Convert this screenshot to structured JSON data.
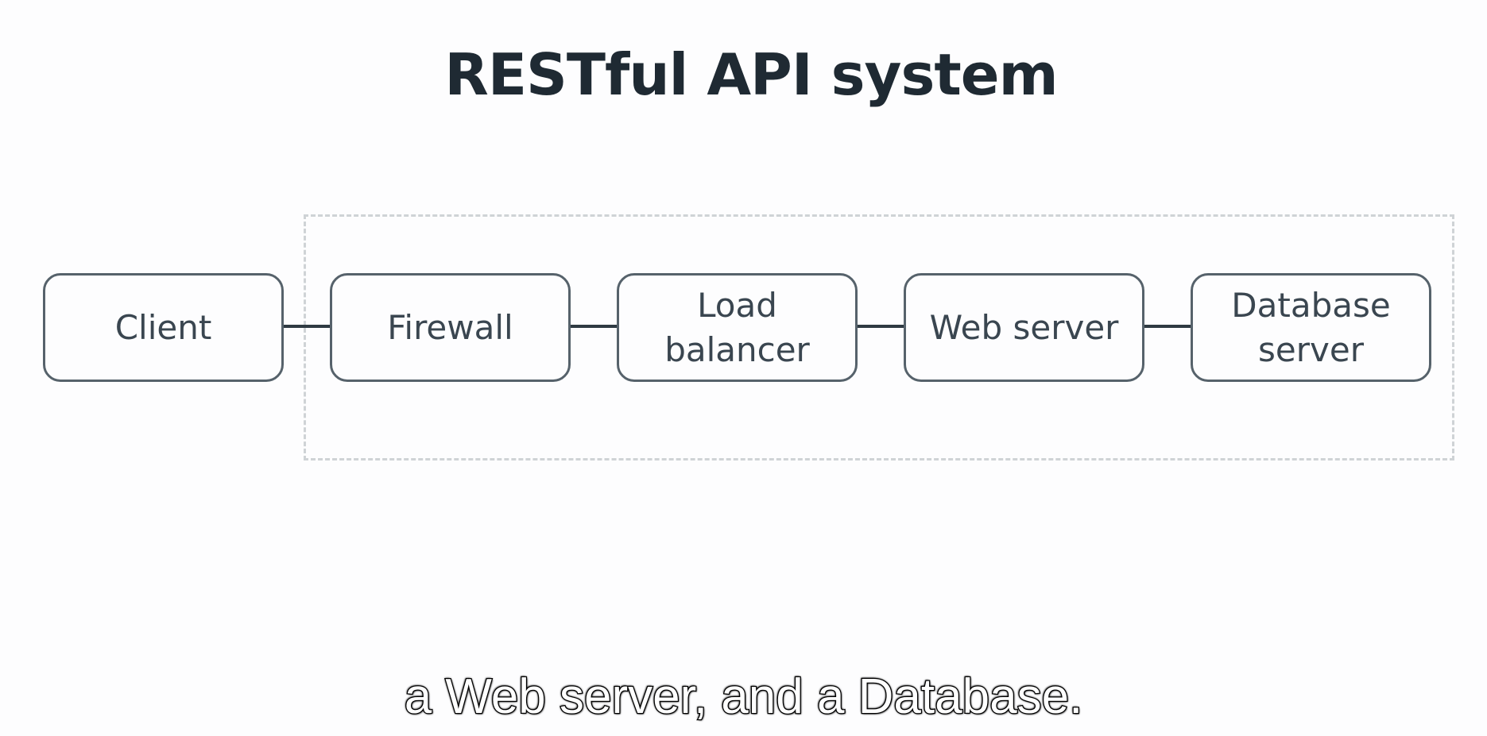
{
  "title": "RESTful API system",
  "nodes": [
    {
      "id": "client",
      "label": "Client"
    },
    {
      "id": "firewall",
      "label": "Firewall"
    },
    {
      "id": "load-balancer",
      "label": "Load\nbalancer"
    },
    {
      "id": "web-server",
      "label": "Web server"
    },
    {
      "id": "database-server",
      "label": "Database\nserver"
    }
  ],
  "edges": [
    {
      "from": "client",
      "to": "firewall"
    },
    {
      "from": "firewall",
      "to": "load-balancer"
    },
    {
      "from": "load-balancer",
      "to": "web-server"
    },
    {
      "from": "web-server",
      "to": "database-server"
    }
  ],
  "caption": "a Web server, and a Database.",
  "colors": {
    "background": "#fdfdfe",
    "node_border": "#56626b",
    "text": "#3a4650",
    "connector": "#2f3a42",
    "boundary": "#cfd3d6",
    "caption_fill": "#ffffff",
    "caption_outline": "#000000"
  }
}
